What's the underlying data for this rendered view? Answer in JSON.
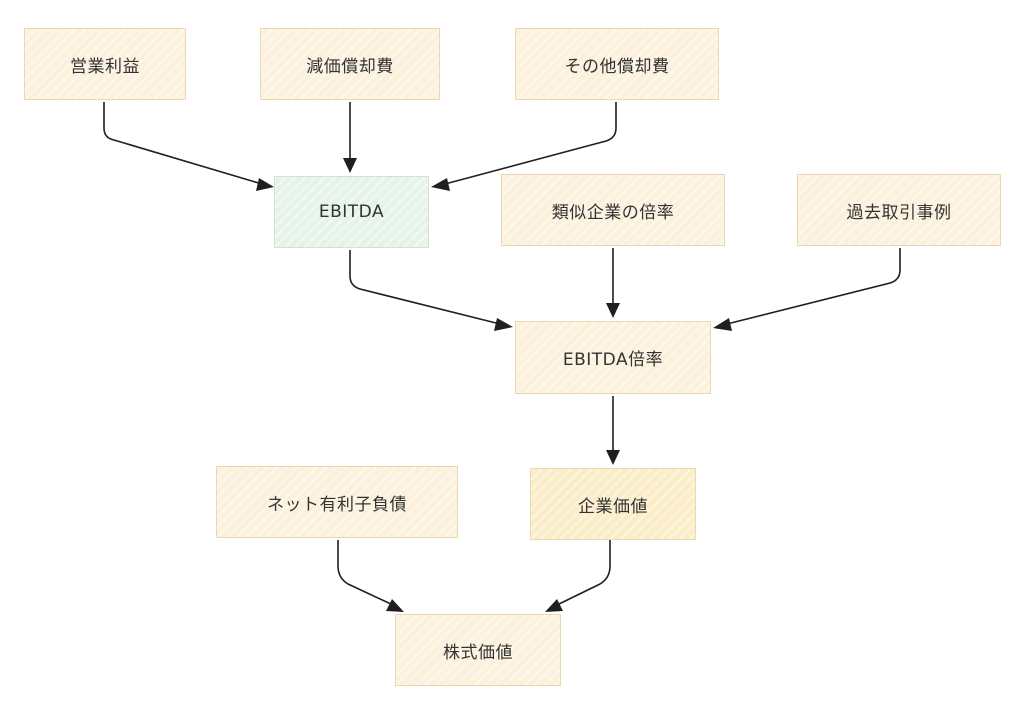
{
  "nodes": {
    "operating_profit": "営業利益",
    "depreciation": "減価償却費",
    "other_amortization": "その他償却費",
    "ebitda": "EBITDA",
    "comparable_multiples": "類似企業の倍率",
    "precedent_transactions": "過去取引事例",
    "ebitda_multiple": "EBITDA倍率",
    "net_debt": "ネット有利子負債",
    "enterprise_value": "企業価値",
    "equity_value": "株式価値"
  },
  "edges": [
    {
      "from": "operating_profit",
      "to": "ebitda"
    },
    {
      "from": "depreciation",
      "to": "ebitda"
    },
    {
      "from": "other_amortization",
      "to": "ebitda"
    },
    {
      "from": "ebitda",
      "to": "ebitda_multiple"
    },
    {
      "from": "comparable_multiples",
      "to": "ebitda_multiple"
    },
    {
      "from": "precedent_transactions",
      "to": "ebitda_multiple"
    },
    {
      "from": "ebitda_multiple",
      "to": "enterprise_value"
    },
    {
      "from": "net_debt",
      "to": "equity_value"
    },
    {
      "from": "enterprise_value",
      "to": "equity_value"
    }
  ],
  "colors": {
    "node_fill": "#fbf1dc",
    "node_border": "#ead8b0",
    "ebitda_fill": "#e6f3e8",
    "enterprise_value_fill": "#fcedc9",
    "edge": "#1f1f1f"
  }
}
